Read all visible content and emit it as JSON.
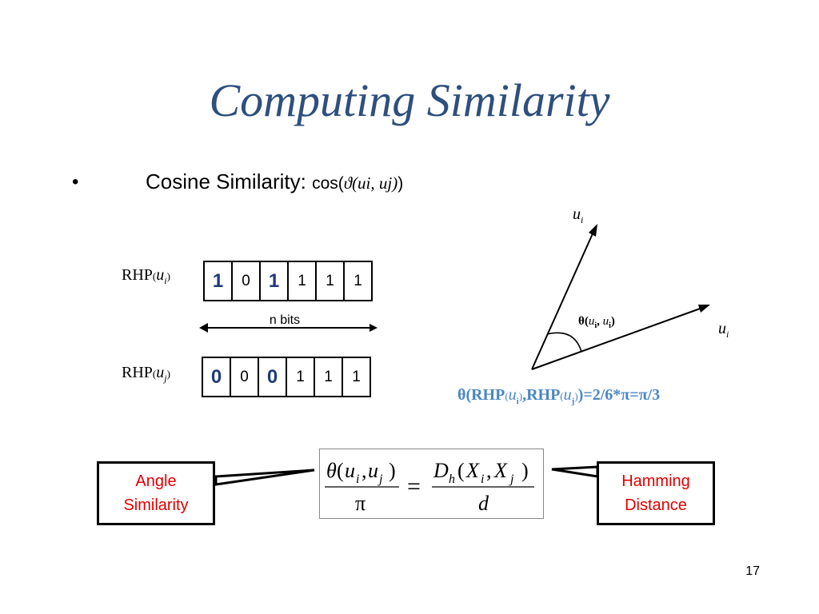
{
  "slide": {
    "title": "Computing Similarity",
    "bullet_marker": "•",
    "bullet_label": "Cosine Similarity:",
    "bullet_formula_prefix": "cos(",
    "bullet_formula_theta": "ϑ",
    "bullet_formula_args": "(ui, uj)",
    "bullet_formula_suffix": ")",
    "page_number": "17"
  },
  "rhp_i": {
    "label_main": "RHP",
    "label_open": "(",
    "label_var": "u",
    "label_sub": "i",
    "label_close": ")",
    "bits": [
      "1",
      "0",
      "1",
      "1",
      "1",
      "1"
    ],
    "emphasized": [
      true,
      false,
      true,
      false,
      false,
      false
    ]
  },
  "rhp_j": {
    "label_main": "RHP",
    "label_open": "(",
    "label_var": "u",
    "label_sub": "j",
    "label_close": ")",
    "bits": [
      "0",
      "0",
      "0",
      "1",
      "1",
      "1"
    ],
    "emphasized": [
      true,
      false,
      true,
      false,
      false,
      false
    ]
  },
  "n_bits_label": "n bits",
  "vector_diagram": {
    "top_vector_var": "u",
    "top_vector_sub": "i",
    "right_vector_var": "u",
    "right_vector_sub": "i",
    "angle_theta": "θ(",
    "angle_arg1_var": "u",
    "angle_arg1_sub": "i",
    "angle_sep": ", ",
    "angle_arg2_var": "u",
    "angle_arg2_sub": "i",
    "angle_close": ")"
  },
  "theta_equation": {
    "part1": "θ(RHP",
    "open1": "(",
    "var1": "u",
    "sub1": "i",
    "close1": ")",
    "part2": ",RHP",
    "open2": "(",
    "var2": "u",
    "sub2": "j",
    "close2": ")",
    "part3": ")=2/6*π=π/3",
    "color": "#4a86c5"
  },
  "callouts": {
    "left_line1": "Angle",
    "left_line2": "Similarity",
    "right_line1": "Hamming",
    "right_line2": "Distance",
    "text_color": "#e00000"
  },
  "formula": {
    "numerator_left": "θ(ui, uj)",
    "denominator_left": "π",
    "equals": "=",
    "numerator_right": "Dh(Xi, Xj)",
    "denominator_right": "d",
    "lhs_theta": "θ",
    "lhs_open": "(",
    "lhs_u1": "u",
    "lhs_i": "i",
    "lhs_comma": ",",
    "lhs_u2": "u",
    "lhs_j": "j",
    "lhs_close": ")",
    "rhs_D": "D",
    "rhs_h": "h",
    "rhs_open": "(",
    "rhs_X1": "X",
    "rhs_i": "i",
    "rhs_comma": ",",
    "rhs_X2": "X",
    "rhs_j": "j",
    "rhs_close": ")"
  },
  "colors": {
    "title": "#2e4f7f",
    "bold_bit": "#1f3b7a"
  }
}
